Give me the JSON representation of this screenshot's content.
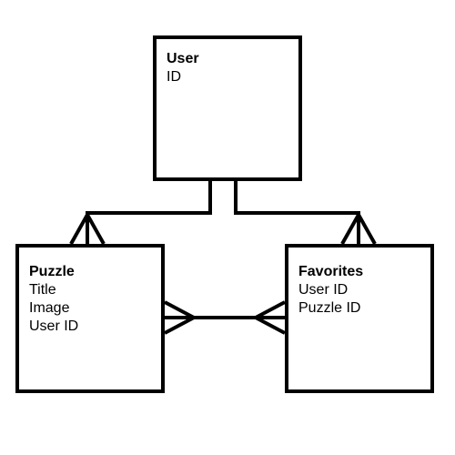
{
  "entities": {
    "user": {
      "title": "User",
      "fields": [
        "ID"
      ]
    },
    "puzzle": {
      "title": "Puzzle",
      "fields": [
        "Title",
        "Image",
        "User ID"
      ]
    },
    "favorites": {
      "title": "Favorites",
      "fields": [
        "User ID",
        "Puzzle ID"
      ]
    }
  },
  "relationships": [
    {
      "from": "user",
      "to": "puzzle",
      "from_cardinality": "one",
      "to_cardinality": "many"
    },
    {
      "from": "user",
      "to": "favorites",
      "from_cardinality": "one",
      "to_cardinality": "many"
    },
    {
      "from": "puzzle",
      "to": "favorites",
      "from_cardinality": "many",
      "to_cardinality": "many"
    }
  ],
  "colors": {
    "stroke": "#000000",
    "background": "#ffffff"
  }
}
